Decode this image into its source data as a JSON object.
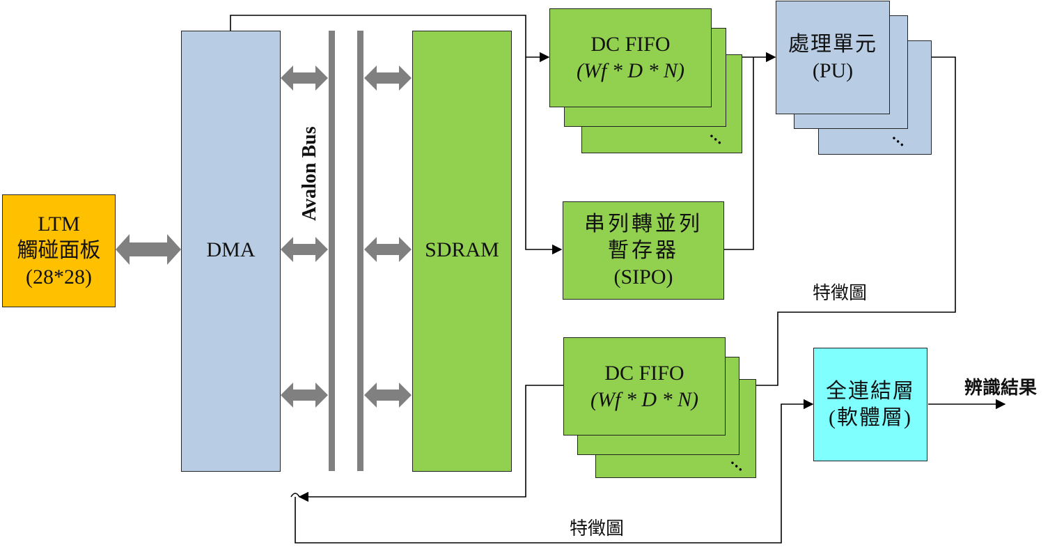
{
  "ltm": {
    "line1": "LTM",
    "line2": "觸碰面板",
    "line3": "(28*28)"
  },
  "dma": {
    "label": "DMA"
  },
  "bus": {
    "label": "Avalon Bus"
  },
  "sdram": {
    "label": "SDRAM"
  },
  "fifo_top": {
    "line1": "DC FIFO",
    "line2": "(Wf * D * N)"
  },
  "sipo": {
    "line1": "串列轉並列",
    "line2": "暫存器",
    "line3": "(SIPO)"
  },
  "pu": {
    "line1": "處理單元",
    "line2": "(PU)"
  },
  "fifo_bottom": {
    "line1": "DC FIFO",
    "line2": "(Wf * D * N)"
  },
  "fc": {
    "line1": "全連結層",
    "line2": "(軟體層)"
  },
  "labels": {
    "feature_map_right": "特徵圖",
    "feature_map_bottom": "特徵圖",
    "result": "辨識結果",
    "ellipsis": "…"
  },
  "colors": {
    "orange": "#FFC000",
    "blue": "#B8CCE4",
    "green": "#92D050",
    "cyan": "#80FFFF",
    "bus": "#808080"
  }
}
